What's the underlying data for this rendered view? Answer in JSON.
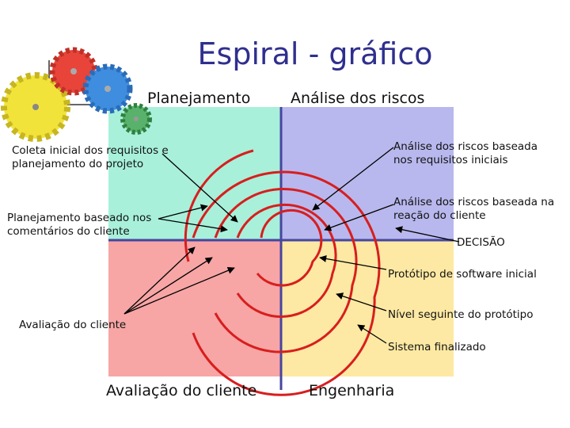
{
  "slide": {
    "title": "Espiral - gráfico",
    "quadrants": {
      "top_left": "Planejamento",
      "top_right": "Análise dos riscos",
      "bottom_left": "Avaliação do cliente",
      "bottom_right": "Engenharia"
    },
    "annotations": {
      "coleta_line1": "Coleta inicial dos requisitos e",
      "coleta_line2": "planejamento do projeto",
      "plan_line1": "Planejamento baseado nos",
      "plan_line2": "comentários do cliente",
      "risco1_line1": "Análise dos riscos baseada",
      "risco1_line2": "nos requisitos iniciais",
      "risco2_line1": "Análise dos riscos baseada na",
      "risco2_line2": "reação do cliente",
      "decisao": "DECISÃO",
      "prototipo": "Protótipo de software inicial",
      "avaliacao": "Avaliação do cliente",
      "nivel": "Nível seguinte do protótipo",
      "sistema": "Sistema finalizado"
    },
    "colors": {
      "title": "#2f2f8f",
      "quadrant_top_left": "#a8f0da",
      "quadrant_top_right": "#b8b8ee",
      "quadrant_bottom_left": "#f7a5a5",
      "quadrant_bottom_right": "#fde9a3",
      "axes": "#4646a0",
      "spiral": "#d81e1e",
      "gear_yellow": "#f2e33a",
      "gear_red": "#e8443a",
      "gear_blue": "#3f8ddf",
      "gear_green": "#59b26b"
    },
    "icons": [
      "gear-icon-yellow",
      "gear-icon-red",
      "gear-icon-blue",
      "gear-icon-green"
    ]
  }
}
